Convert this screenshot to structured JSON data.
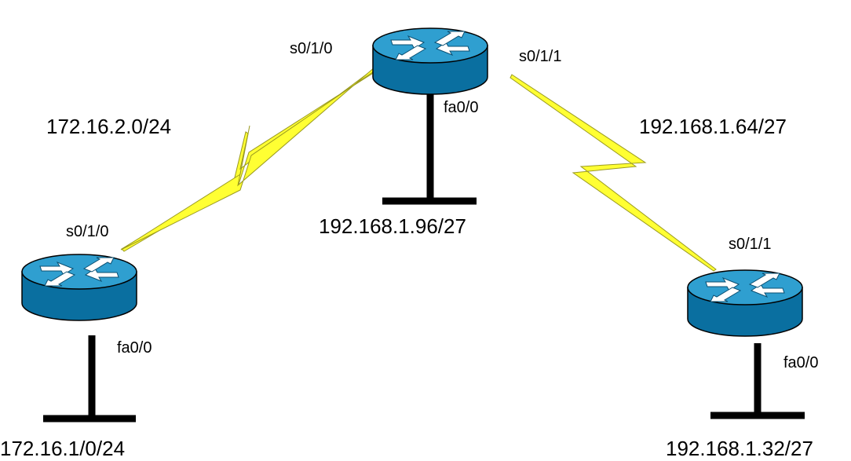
{
  "colors": {
    "router_top": "#2f9fd0",
    "router_side": "#0a6fa0",
    "router_outline": "#000000",
    "serial_link": "#ffff33",
    "ethernet": "#000000"
  },
  "routers": [
    {
      "id": "top",
      "icon": "router-icon"
    },
    {
      "id": "left",
      "icon": "router-icon"
    },
    {
      "id": "right",
      "icon": "router-icon"
    }
  ],
  "interfaces": {
    "top_s010": "s0/1/0",
    "top_s011": "s0/1/1",
    "top_fa00": "fa0/0",
    "left_s010": "s0/1/0",
    "left_fa00": "fa0/0",
    "right_s011": "s0/1/1",
    "right_fa00": "fa0/0"
  },
  "networks": {
    "serial_left": "172.16.2.0/24",
    "serial_right": "192.168.1.64/27",
    "lan_top": "192.168.1.96/27",
    "lan_left": "172.16.1/0/24",
    "lan_right": "192.168.1.32/27"
  }
}
